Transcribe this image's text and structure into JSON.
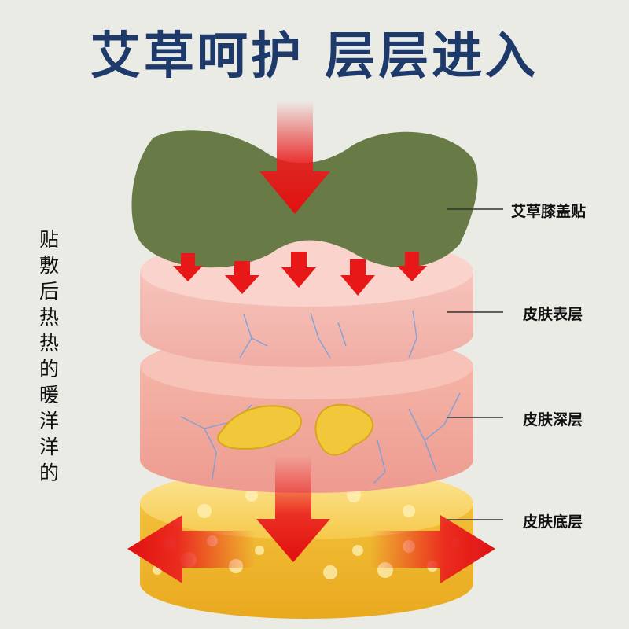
{
  "title": "艾草呵护 层层进入",
  "side_text": {
    "line1": "贴敷后热热的",
    "line2": "暖洋洋的"
  },
  "labels": {
    "patch": "艾草膝盖贴",
    "epidermis": "皮肤表层",
    "dermis": "皮肤深层",
    "base": "皮肤底层"
  },
  "colors": {
    "title": "#1d3a6b",
    "patch": "#687a45",
    "epidermis": "#f2b6ae",
    "dermis": "#f0a8a0",
    "base": "#f3c23a",
    "arrow": "#ea1d1d"
  }
}
